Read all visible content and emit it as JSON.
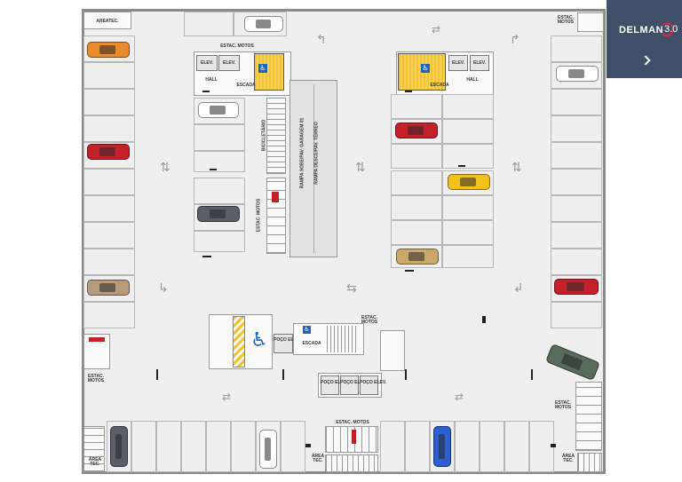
{
  "brand": {
    "name": "DELMAN",
    "version": "3.0",
    "logo_bg": "#40506a"
  },
  "labels": {
    "area_tec_top": "AREATEC.",
    "estac_motos_top": "ESTAC. MOTOS",
    "estac_motos_top_right": "ESTAC.\nMOTOS",
    "elev": "ELEV.",
    "hall": "HALL",
    "escada": "ESCADA",
    "bicicletario": "BICICLETÁRIO",
    "estac_motos_left_mid": "ESTAC. MOTOS",
    "rampa_1": "RAMPA SOBE/PAV. GARAGEM 01",
    "rampa_2": "RAMPA DESCE/PAV. TÉRREO",
    "poco_elev": "POÇO ELEV.",
    "estac_motos_center": "ESTAC.\nMOTOS",
    "estac_motos_left": "ESTAC.\nMOTOS",
    "estac_motos_right": "ESTAC.\nMOTOS",
    "estac_motos_bottom": "ESTAC. MOTOS",
    "area_tec_bl": "ÁREA\nTEC.",
    "area_tec_bc": "ÁREA\nTEC.",
    "area_tec_br": "ÁREA\nTEC."
  },
  "colors": {
    "accent_yellow": "#f2c230",
    "access_blue": "#1f66b8",
    "car_orange": "#e98a2c",
    "car_red": "#c4202a",
    "car_yellow": "#f3c11c",
    "car_blue": "#2c5fd0",
    "car_green": "#586b5a",
    "car_white": "#ffffff",
    "car_grey": "#5a5f66",
    "car_tan": "#b89a7a",
    "car_gold": "#c9a86a"
  }
}
